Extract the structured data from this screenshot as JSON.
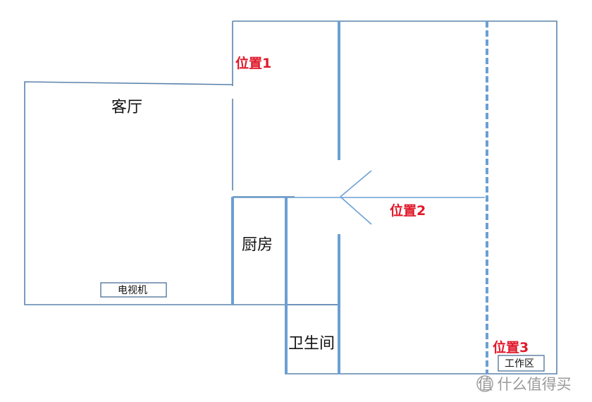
{
  "rooms": {
    "living_room": "客厅",
    "kitchen": "厨房",
    "bathroom": "卫生间"
  },
  "fixtures": {
    "tv": "电视机",
    "workspace": "工作区"
  },
  "positions": {
    "p1": "位置1",
    "p2": "位置2",
    "p3": "位置3"
  },
  "watermark": "值 什么值得买",
  "colors": {
    "wall": "#6b9fd4",
    "outline": "#5b83ad",
    "position_label": "#e0192b"
  }
}
